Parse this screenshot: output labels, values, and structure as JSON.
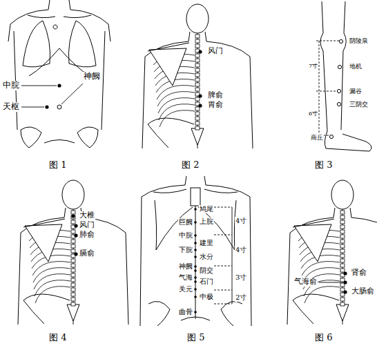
{
  "diagram": {
    "labels": [
      "中脘",
      "神阙",
      "天枢",
      "图 1",
      "风门",
      "脾俞",
      "胃俞",
      "图 2",
      "阴陵泉",
      "地机",
      "7寸",
      "漏谷",
      "三阴交",
      "6寸",
      "商丘",
      "图 3",
      "大椎",
      "风门",
      "肺俞",
      "膈俞",
      "图 4",
      "鸠尾",
      "4寸",
      "巨阙",
      "上脘",
      "中脘",
      "建里",
      "4寸",
      "下脘",
      "水分",
      "神阙",
      "阴交",
      "气海",
      "石门",
      "3寸",
      "关元",
      "中极",
      "2寸",
      "曲骨",
      "图 5",
      "气海俞",
      "肾俞",
      "大肠俞",
      "图 6"
    ]
  }
}
